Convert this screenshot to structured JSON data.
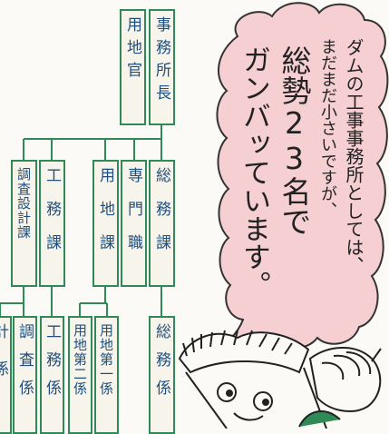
{
  "org_chart": {
    "nodes": [
      {
        "id": "yochikan",
        "label": "用地官"
      },
      {
        "id": "shochou",
        "label": "事務所長"
      },
      {
        "id": "chosa_sekkei",
        "label": "調査設計課"
      },
      {
        "id": "koumu",
        "label": "工務課"
      },
      {
        "id": "youchi",
        "label": "用地課"
      },
      {
        "id": "senmon",
        "label": "専門職"
      },
      {
        "id": "soumu",
        "label": "総務課"
      },
      {
        "id": "kaikei",
        "label": "計係"
      },
      {
        "id": "chosa",
        "label": "調査係"
      },
      {
        "id": "koumu_kakari",
        "label": "工務係"
      },
      {
        "id": "youchi2",
        "label": "用地第二係"
      },
      {
        "id": "youchi1",
        "label": "用地第一係"
      },
      {
        "id": "soumu_kakari",
        "label": "総務係"
      }
    ]
  },
  "bubble": {
    "line1": "ダムの工事事務所としては、",
    "line2": "まだまだ小さいですが、",
    "line3": "総勢23名で",
    "line4": "ガンバッています。"
  },
  "colors": {
    "box_border": "#2f8a58",
    "box_text": "#1f4f7f",
    "lines": "#2f8a58",
    "bubble": "#f6cfd2"
  }
}
